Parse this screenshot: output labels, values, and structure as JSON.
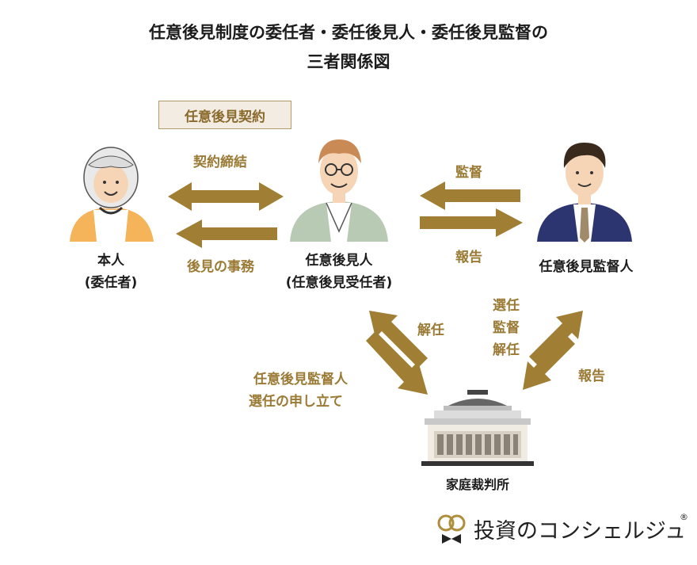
{
  "title": {
    "line1": "任意後見制度の委任者・委任後見人・委任後見監督の",
    "line2": "三者関係図"
  },
  "contract_box": "任意後見契約",
  "persons": {
    "principal": {
      "line1": "本人",
      "line2": "(委任者)"
    },
    "guardian": {
      "line1": "任意後見人",
      "line2": "(任意後見受任者)"
    },
    "supervisor": {
      "line1": "任意後見監督人"
    },
    "court": {
      "label": "家庭裁判所"
    }
  },
  "arrow_labels": {
    "contract": "契約締結",
    "affairs": "後見の事務",
    "supervise": "監督",
    "report_supervisor": "報告",
    "dismiss": "解任",
    "court_actions": [
      "選任",
      "監督",
      "解任"
    ],
    "report_court": "報告",
    "petition_line1": "任意後見監督人",
    "petition_line2": "選任の申し立て"
  },
  "logo": {
    "text": "投資のコンシェルジュ",
    "mark": "®"
  },
  "colors": {
    "arrow": "#a07e34",
    "label": "#9a7a34",
    "box_bg": "#f3ece2"
  }
}
